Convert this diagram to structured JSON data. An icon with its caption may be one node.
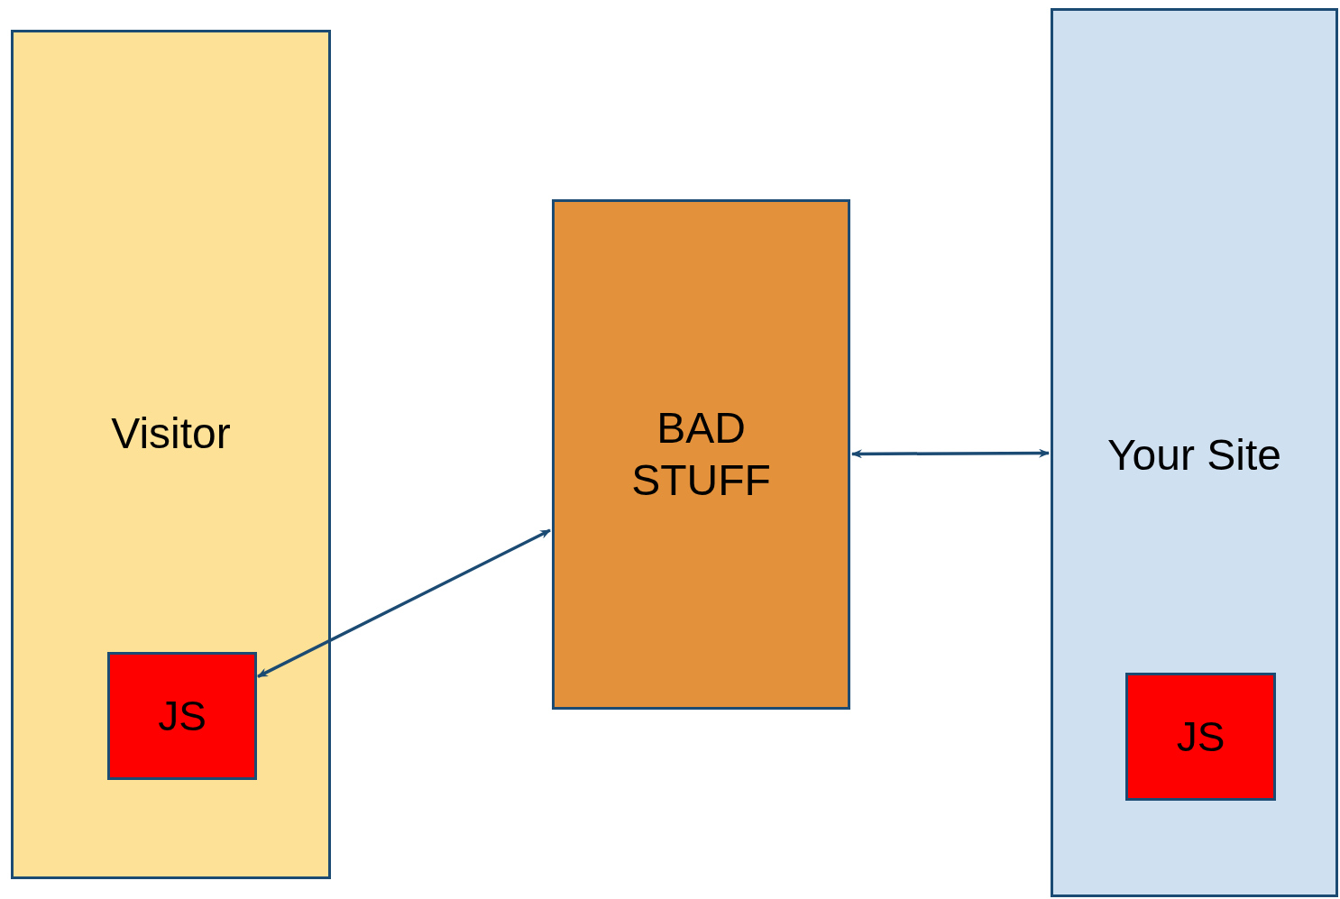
{
  "diagram": {
    "nodes": [
      {
        "text": [
          "Visitor"
        ]
      },
      {
        "text": [
          "JS"
        ],
        "in": 0
      },
      {
        "text": [
          "BAD STUFF"
        ]
      },
      {
        "text": [
          "Your Site"
        ]
      },
      {
        "text": [
          "JS"
        ],
        "in": 3
      }
    ],
    "edges": [
      {
        "from": 1,
        "to": 2,
        "arrow": "both"
      },
      {
        "from": 2,
        "to": 3,
        "arrow": "both"
      }
    ]
  }
}
